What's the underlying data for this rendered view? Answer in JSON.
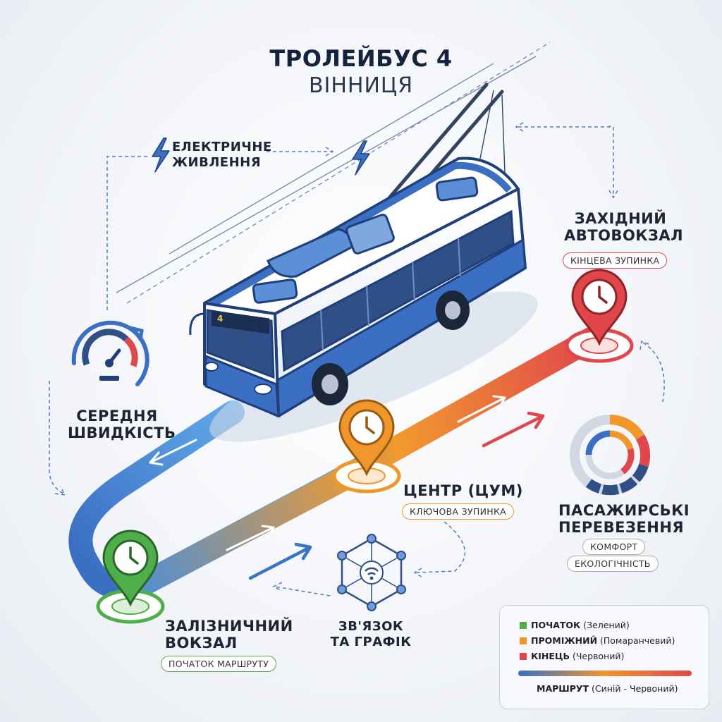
{
  "title": {
    "line1": "ТРОЛЕЙБУС 4",
    "line2": "ВІННИЦЯ"
  },
  "power": {
    "label": "ЕЛЕКТРИЧНЕ\nЖИВЛЕННЯ"
  },
  "speed": {
    "label": "СЕРЕДНЯ\nШВИДКІСТЬ"
  },
  "stops": {
    "west": {
      "name": "ЗАХІДНИЙ\nАВТОВОКЗАЛ",
      "tag": "КІНЦЕВА ЗУПИНКА",
      "color": "#e0474c"
    },
    "center": {
      "name": "ЦЕНТР (ЦУМ)",
      "tag": "КЛЮЧОВА ЗУПИНКА",
      "color": "#f0962b"
    },
    "station": {
      "name": "ЗАЛІЗНИЧНИЙ\nВОКЗАЛ",
      "tag": "ПОЧАТОК МАРШРУТУ",
      "color": "#4fae4a"
    }
  },
  "passenger": {
    "label": "ПАСАЖИРСЬКІ\nПЕРЕВЕЗЕННЯ",
    "tag1": "КОМФОРТ",
    "tag2": "ЕКОЛОГІЧНІСТЬ"
  },
  "connection": {
    "label": "ЗВ'ЯЗОК\nТА ГРАФІК"
  },
  "bus": {
    "route_display": "4"
  },
  "legend": {
    "start_b": "ПОЧАТОК",
    "start": " (Зелений)",
    "mid_b": "ПРОМІЖНИЙ",
    "mid": " (Помаранчевий)",
    "end_b": "КІНЕЦЬ",
    "end": " (Червоний)",
    "route_b": "МАРШРУТ",
    "route": " (Синій - Червоний)"
  },
  "colors": {
    "blue": "#3b6fc4",
    "navy": "#1f3f7a",
    "green": "#4fae4a",
    "orange": "#f0962b",
    "red": "#e0474c"
  }
}
